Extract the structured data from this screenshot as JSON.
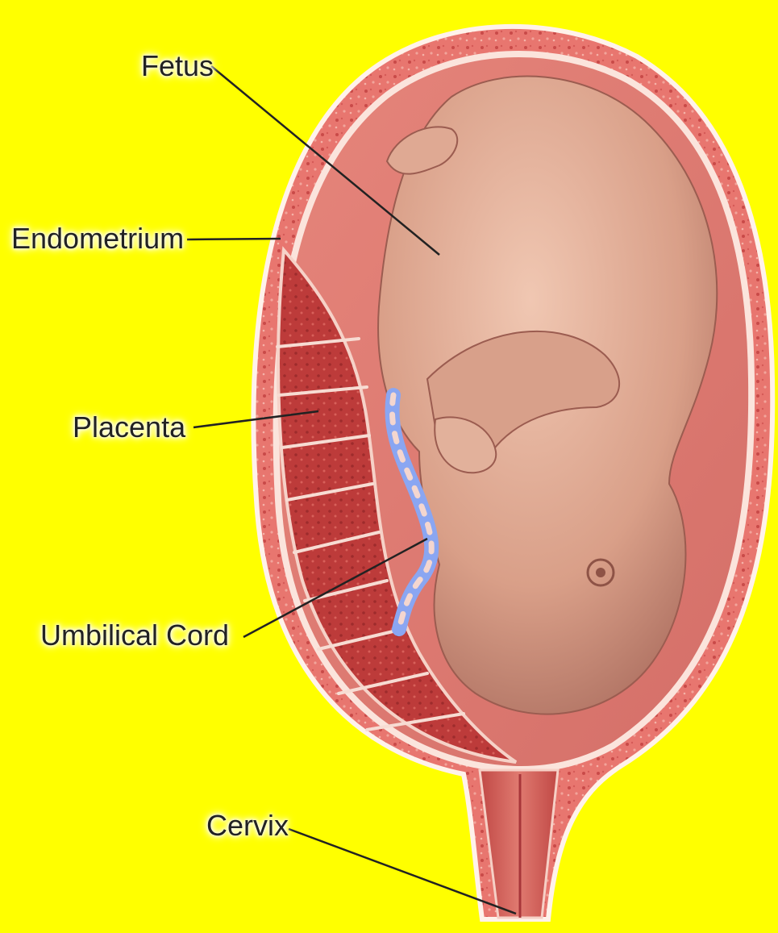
{
  "labels": {
    "fetus": "Fetus",
    "endometrium": "Endometrium",
    "placenta": "Placenta",
    "umbilical_cord": "Umbilical Cord",
    "cervix": "Cervix"
  },
  "colors": {
    "background": "#ffff00",
    "uterine_wall": "#e7716c",
    "endometrium_line": "#fbe4dc",
    "amniotic_cavity": "#e07f76",
    "placenta": "#c2403d",
    "fetus_skin": "#d69d86",
    "umbilical_cord": "#8aa6f2",
    "leader_line": "#222222"
  }
}
